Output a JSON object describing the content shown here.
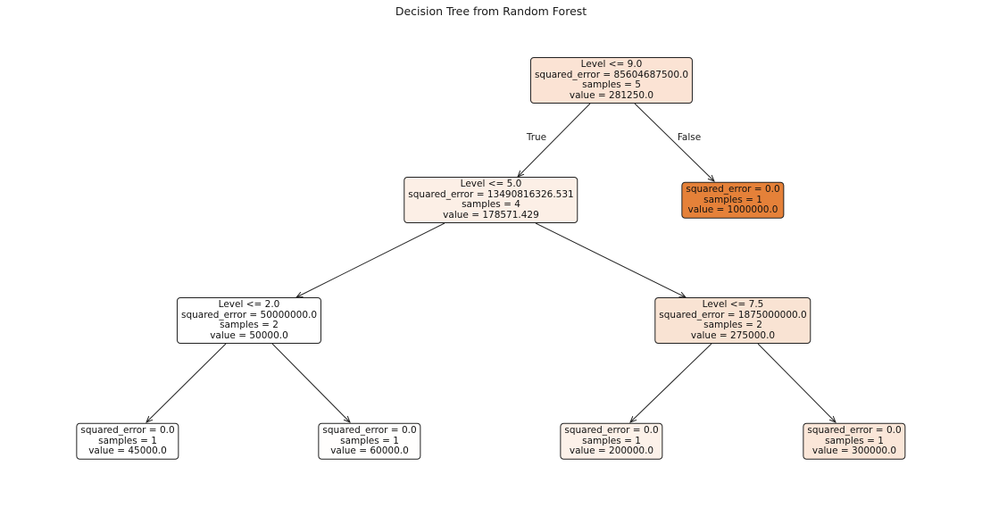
{
  "title": "Decision Tree from Random Forest",
  "edge_labels": {
    "true": "True",
    "false": "False"
  },
  "tree": {
    "root": {
      "lines": [
        "Level <= 9.0",
        "squared_error = 85604687500.0",
        "samples = 5",
        "value = 281250.0"
      ],
      "fill": "#fbe3d4"
    },
    "n1": {
      "lines": [
        "Level <= 5.0",
        "squared_error = 13490816326.531",
        "samples = 4",
        "value = 178571.429"
      ],
      "fill": "#fcefe6"
    },
    "n2": {
      "lines": [
        "squared_error = 0.0",
        "samples = 1",
        "value = 1000000.0"
      ],
      "fill": "#e58139"
    },
    "n3": {
      "lines": [
        "Level <= 2.0",
        "squared_error = 50000000.0",
        "samples = 2",
        "value = 50000.0"
      ],
      "fill": "#ffffff"
    },
    "n4": {
      "lines": [
        "Level <= 7.5",
        "squared_error = 1875000000.0",
        "samples = 2",
        "value = 275000.0"
      ],
      "fill": "#f9e3d3"
    },
    "n5": {
      "lines": [
        "squared_error = 0.0",
        "samples = 1",
        "value = 45000.0"
      ],
      "fill": "#ffffff"
    },
    "n6": {
      "lines": [
        "squared_error = 0.0",
        "samples = 1",
        "value = 60000.0"
      ],
      "fill": "#fffefd"
    },
    "n7": {
      "lines": [
        "squared_error = 0.0",
        "samples = 1",
        "value = 200000.0"
      ],
      "fill": "#fcf1e9"
    },
    "n8": {
      "lines": [
        "squared_error = 0.0",
        "samples = 1",
        "value = 300000.0"
      ],
      "fill": "#fae6d8"
    }
  }
}
